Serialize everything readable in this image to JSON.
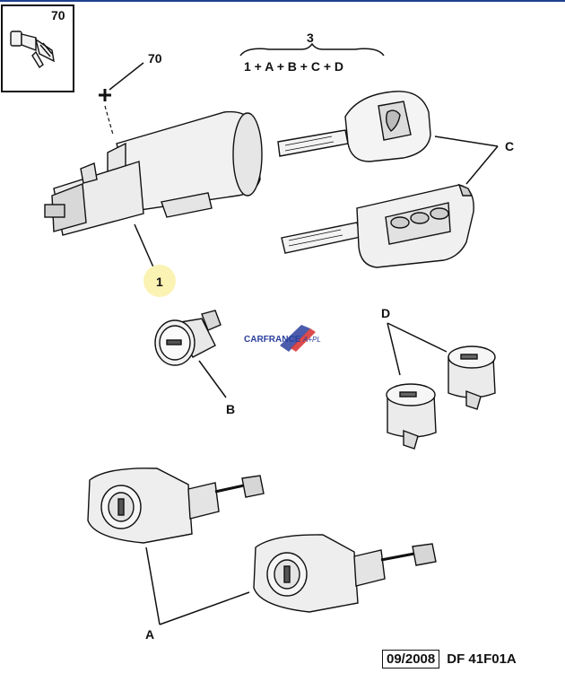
{
  "inset": {
    "ref": "70"
  },
  "callouts": {
    "screw_ref": "70",
    "assembly": {
      "ref": "3",
      "formula": "1 + A + B + C + D"
    },
    "ignition": "1",
    "doorlocks": "A",
    "tumbler": "B",
    "keys": "C",
    "caps": "D"
  },
  "watermark": {
    "main": "CARFRANCE",
    "suffix": "A+PL"
  },
  "footer": {
    "date": "09/2008",
    "code": "DF 41F01A"
  },
  "colors": {
    "line": "#111111",
    "highlight": "#fbf3b4",
    "brand_blue": "#2b3f9e",
    "brand_red": "#d62b2b"
  }
}
